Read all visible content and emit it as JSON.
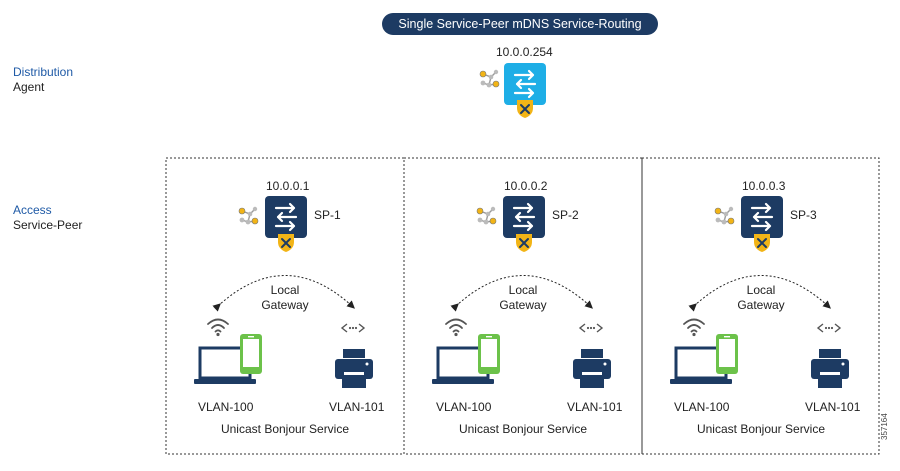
{
  "title": "Single Service-Peer mDNS Service-Routing",
  "distribution": {
    "label_line1": "Distribution",
    "label_line2": "Agent",
    "ip": "10.0.0.254"
  },
  "access": {
    "label_line1": "Access",
    "label_line2": "Service-Peer"
  },
  "peers": [
    {
      "ip": "10.0.0.1",
      "name": "SP-1",
      "gateway_line1": "Local",
      "gateway_line2": "Gateway",
      "vlan_left": "VLAN-100",
      "vlan_right": "VLAN-101",
      "service": "Unicast Bonjour Service"
    },
    {
      "ip": "10.0.0.2",
      "name": "SP-2",
      "gateway_line1": "Local",
      "gateway_line2": "Gateway",
      "vlan_left": "VLAN-100",
      "vlan_right": "VLAN-101",
      "service": "Unicast Bonjour Service"
    },
    {
      "ip": "10.0.0.3",
      "name": "SP-3",
      "gateway_line1": "Local",
      "gateway_line2": "Gateway",
      "vlan_left": "VLAN-100",
      "vlan_right": "VLAN-101",
      "service": "Unicast Bonjour Service"
    }
  ],
  "figure_number": "357164",
  "colors": {
    "navy": "#1d3b63",
    "cyan": "#1eaee6",
    "gold": "#f2b416",
    "green": "#6cc24a",
    "blue_label": "#1f5aa6"
  }
}
